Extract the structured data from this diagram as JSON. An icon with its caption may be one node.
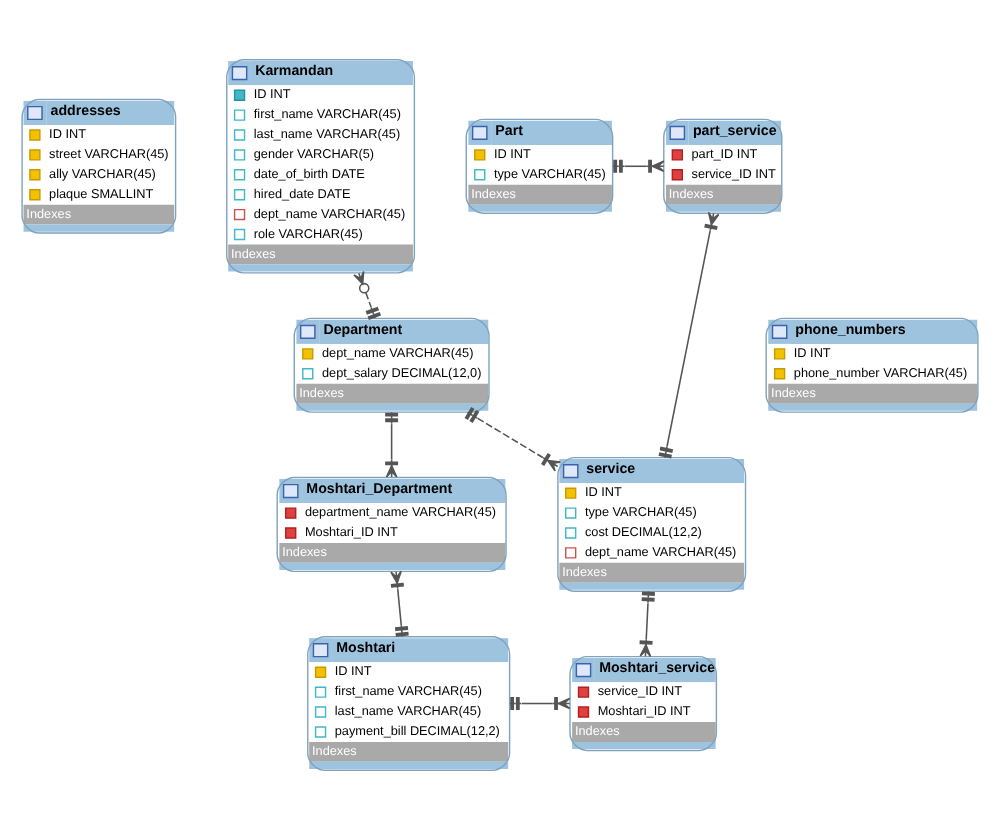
{
  "diagram": {
    "nodes": [
      {
        "text": [
          "addresses",
          "ID INT",
          "street VARCHAR(45)",
          "ally VARCHAR(45)",
          "plaque SMALLINT",
          "Indexes"
        ]
      },
      {
        "text": [
          "Part",
          "ID INT",
          "type VARCHAR(45)",
          "Indexes"
        ]
      },
      {
        "text": [
          "part_service",
          "part_ID INT",
          "service_ID INT",
          "Indexes"
        ]
      },
      {
        "text": [
          "Karmandan",
          "ID INT",
          "first_name VARCHAR(45)",
          "last_name VARCHAR(45)",
          "gender VARCHAR(5)",
          "date_of_birth DATE",
          "hired_date DATE",
          "dept_name VARCHAR(45)",
          "role VARCHAR(45)",
          "Indexes"
        ]
      },
      {
        "text": [
          "phone_numbers",
          "ID INT",
          "phone_number VARCHAR(45)",
          "Indexes"
        ]
      },
      {
        "text": [
          "Department",
          "dept_name VARCHAR(45)",
          "dept_salary DECIMAL(12,0)",
          "Indexes"
        ]
      },
      {
        "text": [
          "service",
          "ID INT",
          "type VARCHAR(45)",
          "cost DECIMAL(12,2)",
          "dept_name VARCHAR(45)",
          "Indexes"
        ]
      },
      {
        "text": [
          "Moshtari_Department",
          "department_name VARCHAR(45)",
          "Moshtari_ID INT",
          "Indexes"
        ]
      },
      {
        "text": [
          "Moshtari",
          "ID INT",
          "first_name VARCHAR(45)",
          "last_name VARCHAR(45)",
          "payment_bill DECIMAL(12,2)",
          "Indexes"
        ]
      },
      {
        "text": [
          "Moshtari_service",
          "service_ID INT",
          "Moshtari_ID INT",
          "Indexes"
        ]
      }
    ],
    "edges": [
      {
        "from": 1,
        "to": 2,
        "arrow": "other"
      },
      {
        "from": 2,
        "to": 6,
        "arrow": "other"
      },
      {
        "from": 3,
        "to": 5,
        "arrow": "other",
        "style": "dashed"
      },
      {
        "from": 5,
        "to": 6,
        "arrow": "other",
        "style": "dashed"
      },
      {
        "from": 5,
        "to": 7,
        "arrow": "other"
      },
      {
        "from": 7,
        "to": 8,
        "arrow": "other"
      },
      {
        "from": 6,
        "to": 9,
        "arrow": "other"
      },
      {
        "from": 8,
        "to": 9,
        "arrow": "other"
      }
    ]
  }
}
